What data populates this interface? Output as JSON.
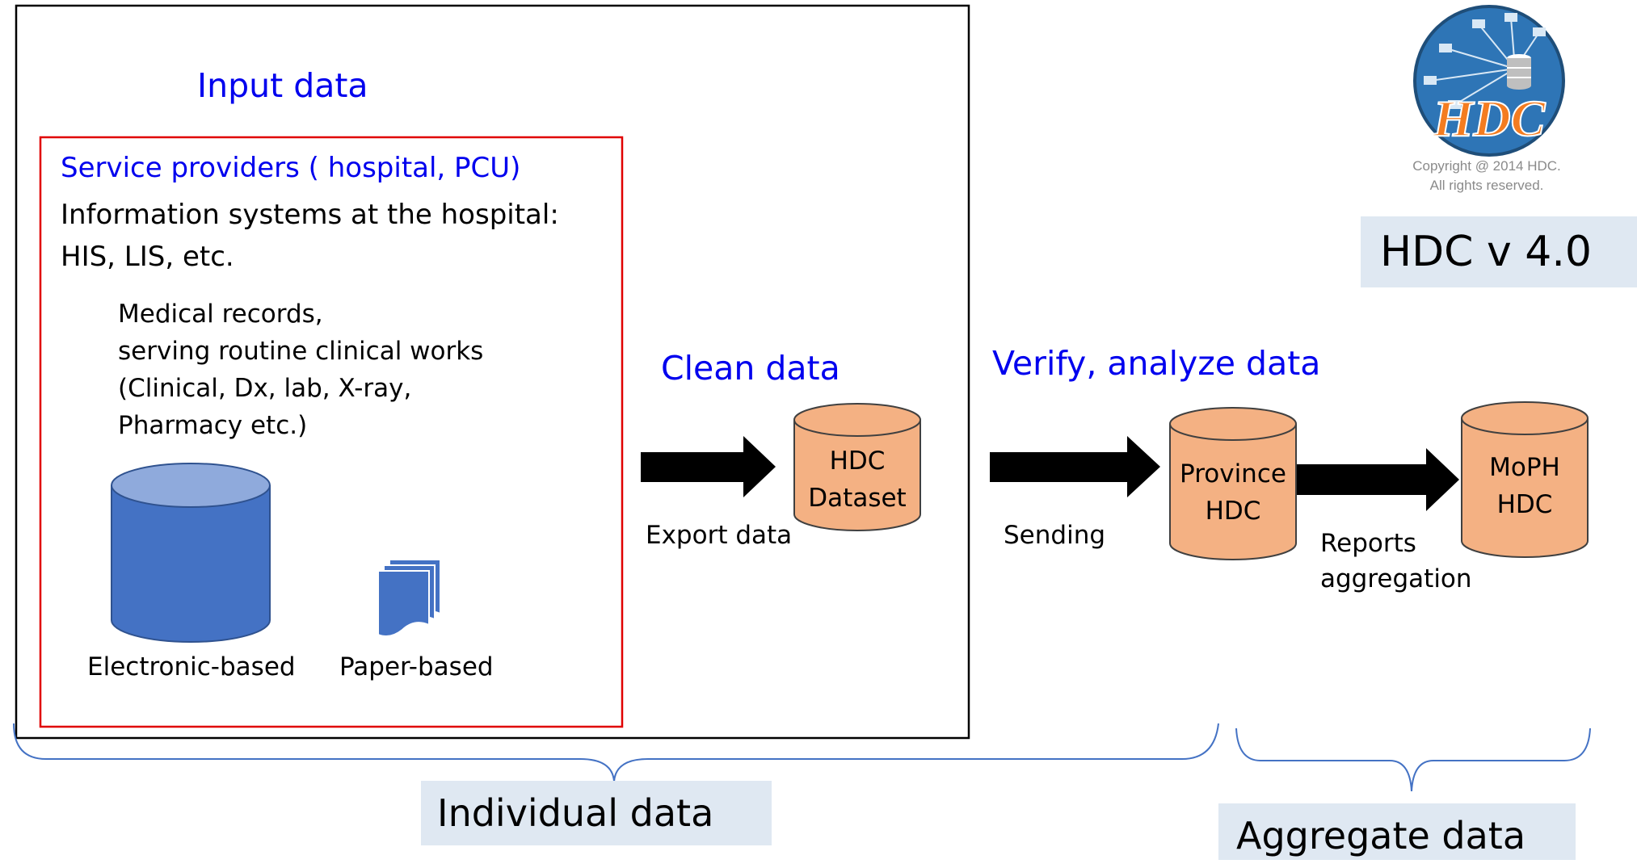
{
  "sections": {
    "input_title": "Input data",
    "clean_title": "Clean data",
    "verify_title": "Verify, analyze data"
  },
  "providers": {
    "title": "Service providers ( hospital, PCU)",
    "systems": "Information systems at the hospital:\nHIS, LIS, etc.",
    "records": "Medical records,\nserving routine clinical works\n(Clinical, Dx, lab, X-ray,\nPharmacy etc.)",
    "electronic_label": "Electronic-based",
    "paper_label": "Paper-based"
  },
  "flow": {
    "export_label": "Export data",
    "sending_label": "Sending",
    "reports_label": "Reports\naggregation"
  },
  "databases": {
    "hdc_dataset": "HDC\nDataset",
    "province_hdc": "Province\nHDC",
    "moph_hdc": "MoPH\nHDC"
  },
  "version_label": "HDC v 4.0",
  "logo": {
    "brand": "HDC",
    "copyright": "Copyright @ 2014 HDC.\nAll rights reserved."
  },
  "brackets": {
    "individual_label": "Individual data",
    "aggregate_label": "Aggregate data"
  },
  "colors": {
    "title_blue": "#0000ee",
    "red_box": "#e00000",
    "db_blue": "#4472c4",
    "db_orange": "#f4b183",
    "label_bg": "#dfe8f2"
  }
}
